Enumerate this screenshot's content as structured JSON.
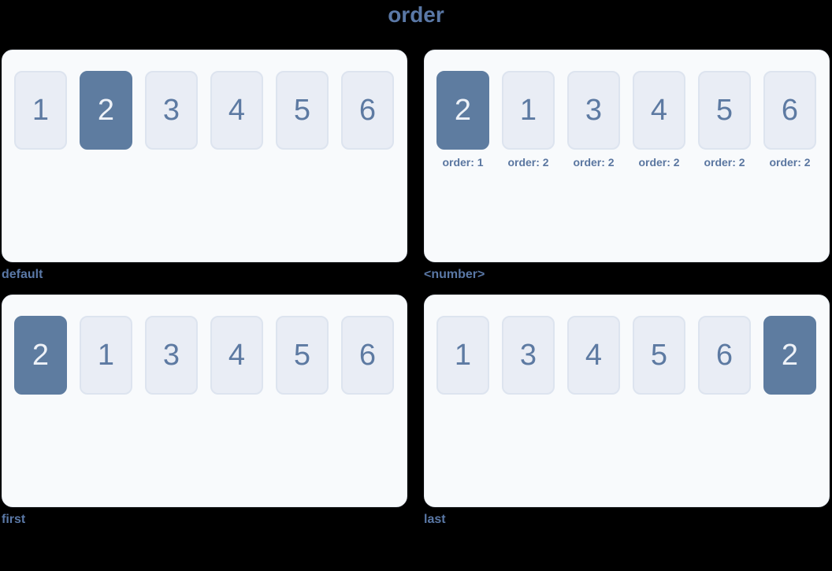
{
  "title": "order",
  "colors": {
    "background": "#000000",
    "accent": "#5e7ca0",
    "heading_text": "#5a78a6",
    "number_text": "#5d7aa2",
    "active_number_text": "#eef2f8",
    "box_bg": "#e9edf5",
    "box_border": "#dde4ef",
    "panel_bg": "#f8fafc"
  },
  "panels": [
    {
      "name": "default",
      "label": "default",
      "boxes": [
        {
          "n": "1",
          "active": false
        },
        {
          "n": "2",
          "active": true
        },
        {
          "n": "3",
          "active": false
        },
        {
          "n": "4",
          "active": false
        },
        {
          "n": "5",
          "active": false
        },
        {
          "n": "6",
          "active": false
        }
      ]
    },
    {
      "name": "number",
      "label": "<number>",
      "boxes": [
        {
          "n": "2",
          "active": true,
          "caption": "order: 1"
        },
        {
          "n": "1",
          "active": false,
          "caption": "order: 2"
        },
        {
          "n": "3",
          "active": false,
          "caption": "order: 2"
        },
        {
          "n": "4",
          "active": false,
          "caption": "order: 2"
        },
        {
          "n": "5",
          "active": false,
          "caption": "order: 2"
        },
        {
          "n": "6",
          "active": false,
          "caption": "order: 2"
        }
      ]
    },
    {
      "name": "first",
      "label": "first",
      "boxes": [
        {
          "n": "2",
          "active": true
        },
        {
          "n": "1",
          "active": false
        },
        {
          "n": "3",
          "active": false
        },
        {
          "n": "4",
          "active": false
        },
        {
          "n": "5",
          "active": false
        },
        {
          "n": "6",
          "active": false
        }
      ]
    },
    {
      "name": "last",
      "label": "last",
      "boxes": [
        {
          "n": "1",
          "active": false
        },
        {
          "n": "3",
          "active": false
        },
        {
          "n": "4",
          "active": false
        },
        {
          "n": "5",
          "active": false
        },
        {
          "n": "6",
          "active": false
        },
        {
          "n": "2",
          "active": true
        }
      ]
    }
  ]
}
